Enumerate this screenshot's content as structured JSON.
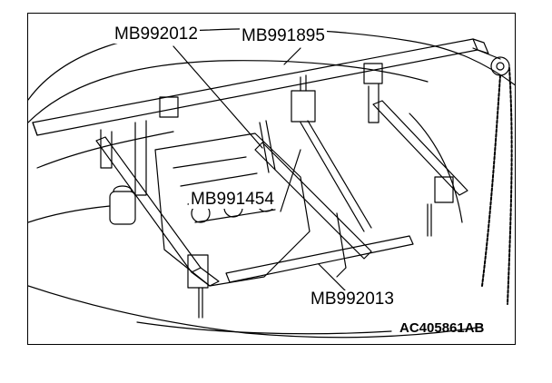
{
  "callouts": {
    "tool_a": "MB992012",
    "tool_b": "MB991895",
    "tool_c": "MB991454",
    "tool_d": "MB992013"
  },
  "figure_code": "AC405861AB",
  "colors": {
    "ink": "#000000",
    "paper": "#ffffff"
  }
}
